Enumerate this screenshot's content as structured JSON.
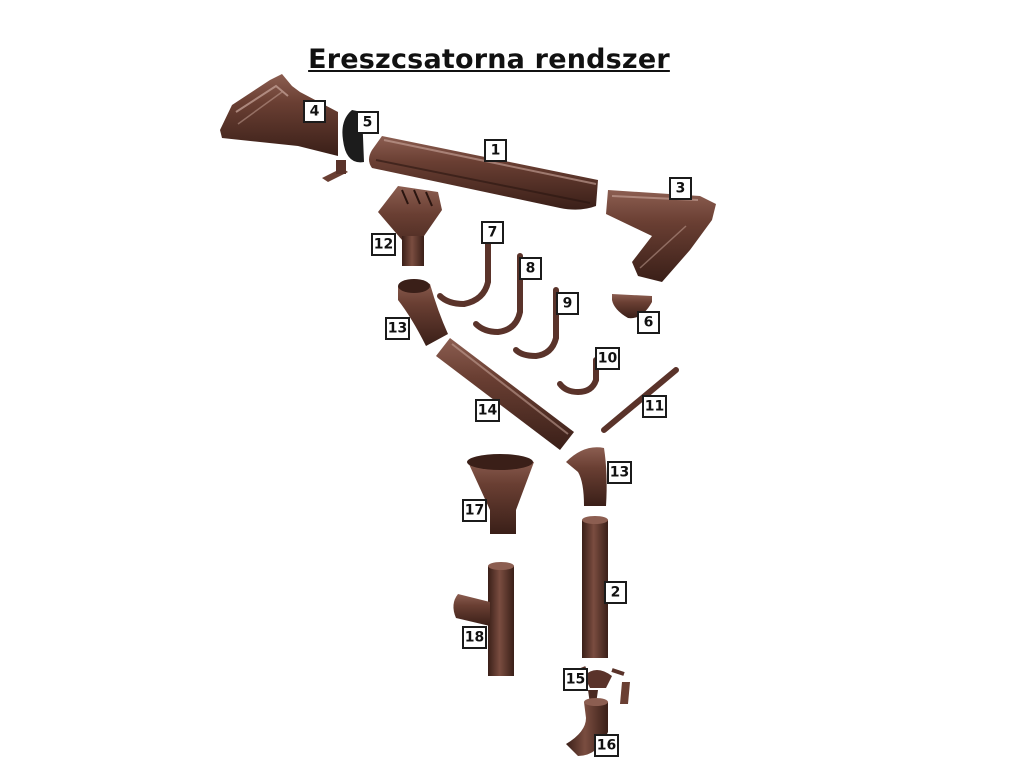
{
  "title": "Ereszcsatorna rendszer",
  "colors": {
    "metal": "#5a332a",
    "metal_dark": "#3a1f18",
    "metal_light": "#8c5e51",
    "highlight": "#c9a79c",
    "label_border": "#1b1b1b",
    "background": "#ffffff"
  },
  "labels": {
    "l1": "1",
    "l2": "2",
    "l3": "3",
    "l4": "4",
    "l5": "5",
    "l6": "6",
    "l7": "7",
    "l8": "8",
    "l9": "9",
    "l10": "10",
    "l11": "11",
    "l12": "12",
    "l13a": "13",
    "l13b": "13",
    "l14": "14",
    "l15": "15",
    "l16": "16",
    "l17": "17",
    "l18": "18"
  }
}
